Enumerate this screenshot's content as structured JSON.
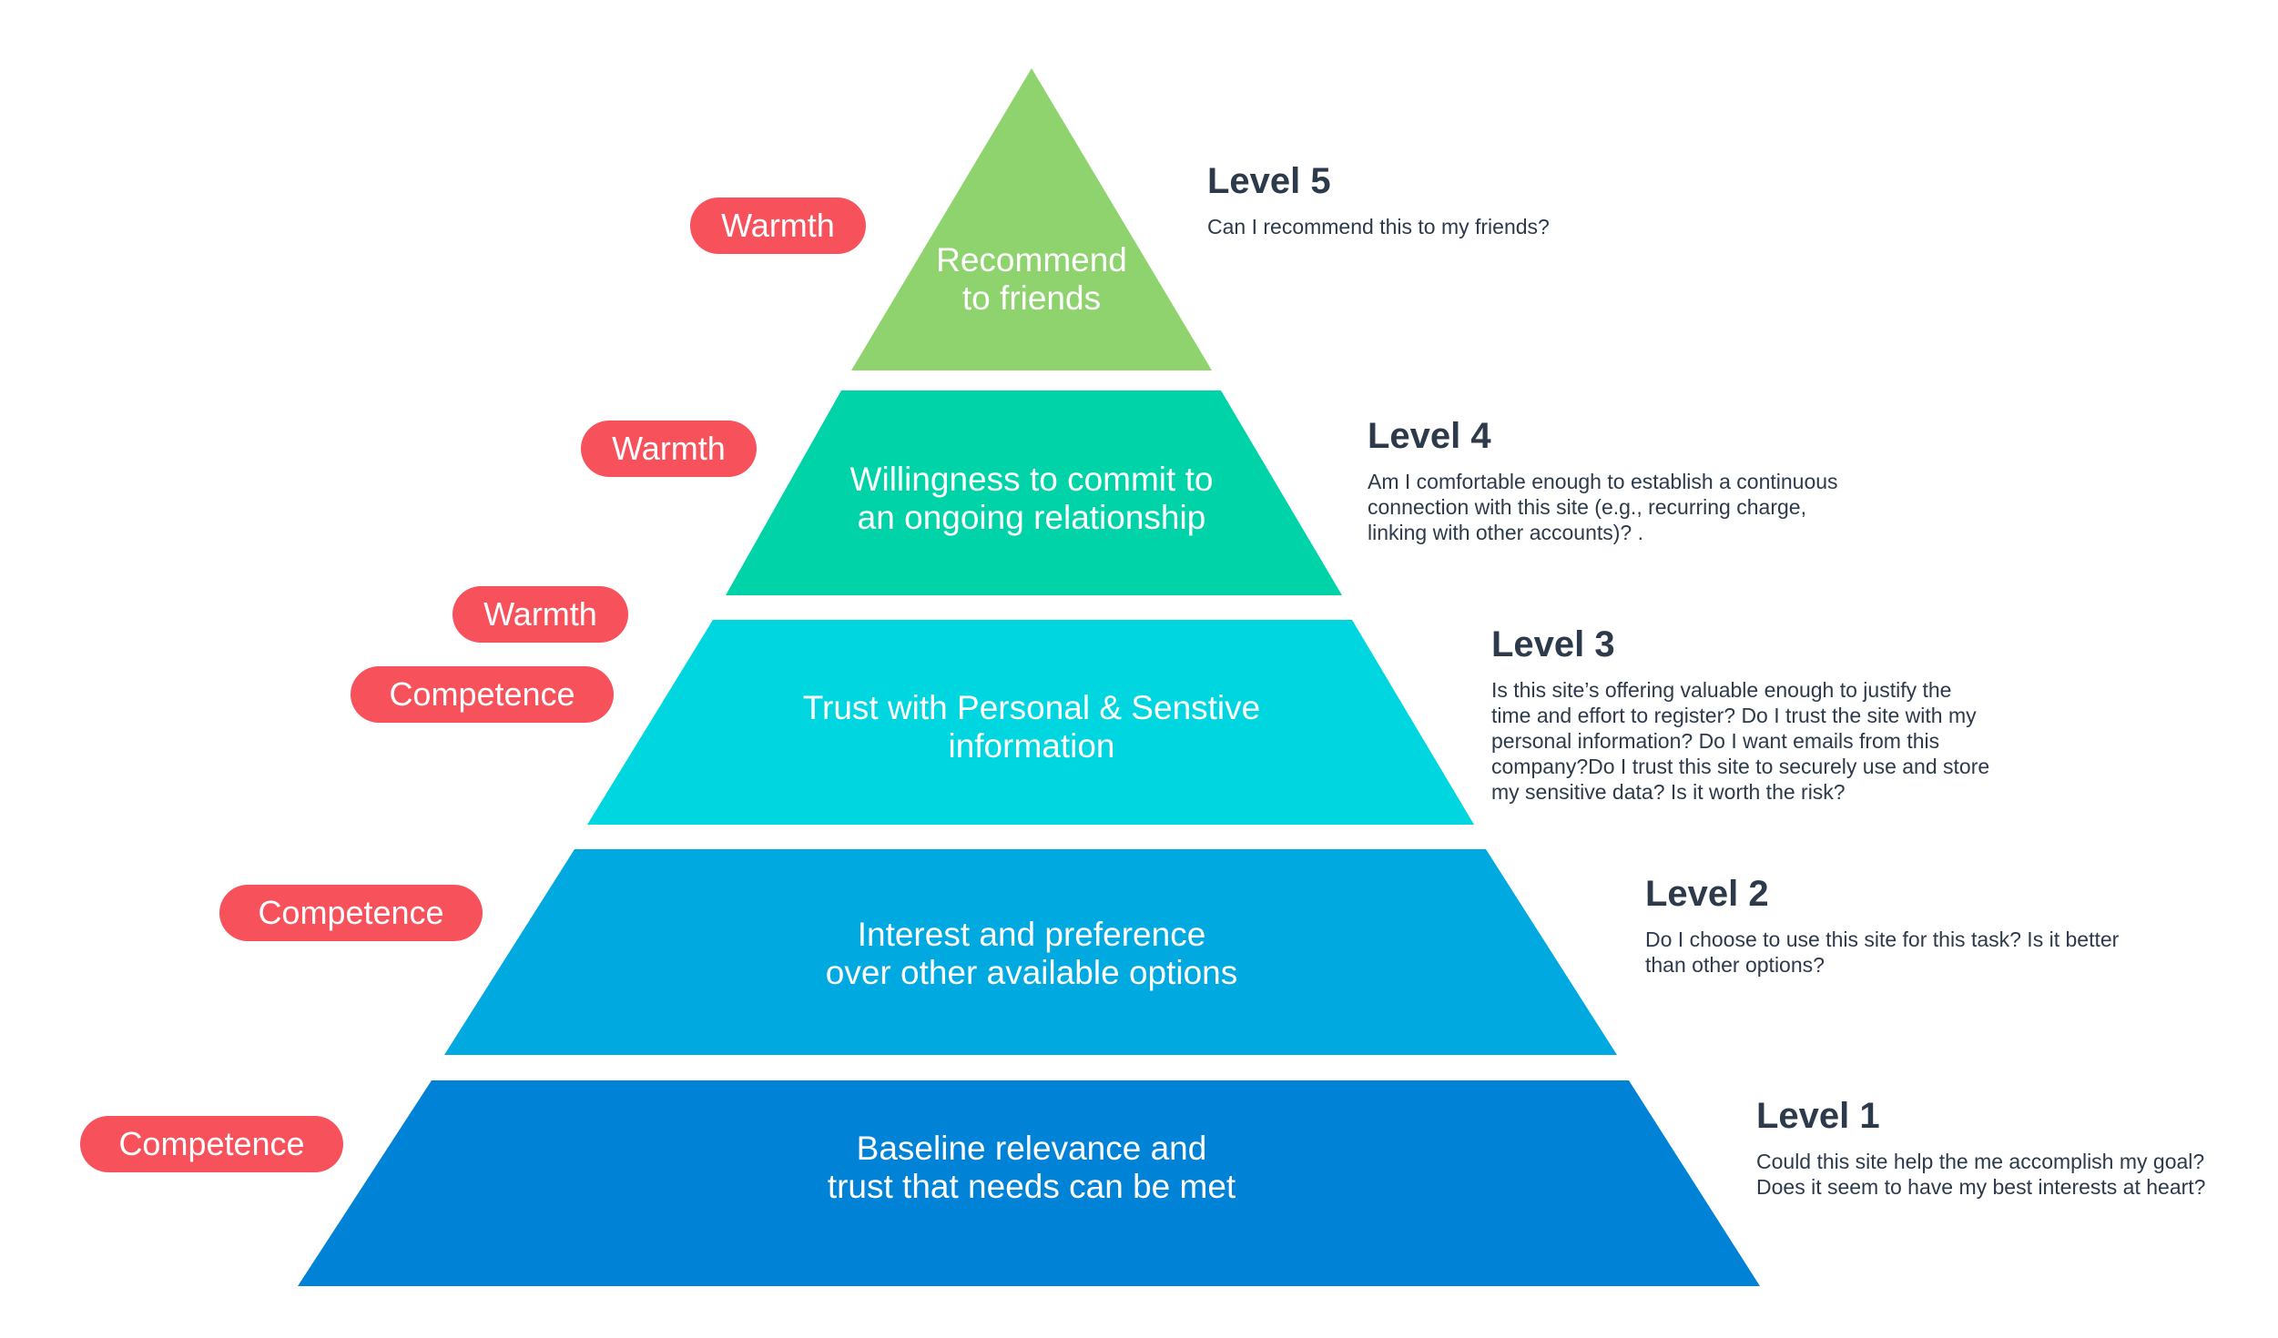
{
  "tiers": [
    {
      "id": "level5",
      "color": "#8ed36e",
      "label": "Recommend\nto friends"
    },
    {
      "id": "level4",
      "color": "#00d3a8",
      "label": "Willingness to commit to\nan ongoing relationship"
    },
    {
      "id": "level3",
      "color": "#00d6e0",
      "label": "Trust with Personal & Senstive\ninformation"
    },
    {
      "id": "level2",
      "color": "#00a9e0",
      "label": "Interest and preference\nover other available options"
    },
    {
      "id": "level1",
      "color": "#0082d6",
      "label": "Baseline relevance and\ntrust that needs can be met"
    }
  ],
  "tags": {
    "level5": [
      "Warmth"
    ],
    "level4": [
      "Warmth"
    ],
    "level3_warmth": "Warmth",
    "level3_competence": "Competence",
    "level2": [
      "Competence"
    ],
    "level1": [
      "Competence"
    ]
  },
  "levels": [
    {
      "title": "Level 5",
      "description": "Can I recommend this to my friends?"
    },
    {
      "title": "Level 4",
      "description": "Am I comfortable enough to establish a continuous\nconnection with this site (e.g., recurring charge,\nlinking with other accounts)?                       ."
    },
    {
      "title": "Level 3",
      "description": "Is this site’s offering valuable enough to justify the\ntime and effort to register? Do I trust the site with my\npersonal information? Do I want emails from this\ncompany?Do I trust this site to securely use and store\nmy sensitive data? Is it worth the risk?"
    },
    {
      "title": "Level 2",
      "description": "Do I choose to use this site for this task? Is it better\nthan other options?"
    },
    {
      "title": "Level 1",
      "description": "Could this site help the me accomplish my goal?\nDoes it seem to have my best interests at heart?"
    }
  ],
  "colors": {
    "tag": "#f7525c",
    "text_dark": "#2d3a4b"
  }
}
